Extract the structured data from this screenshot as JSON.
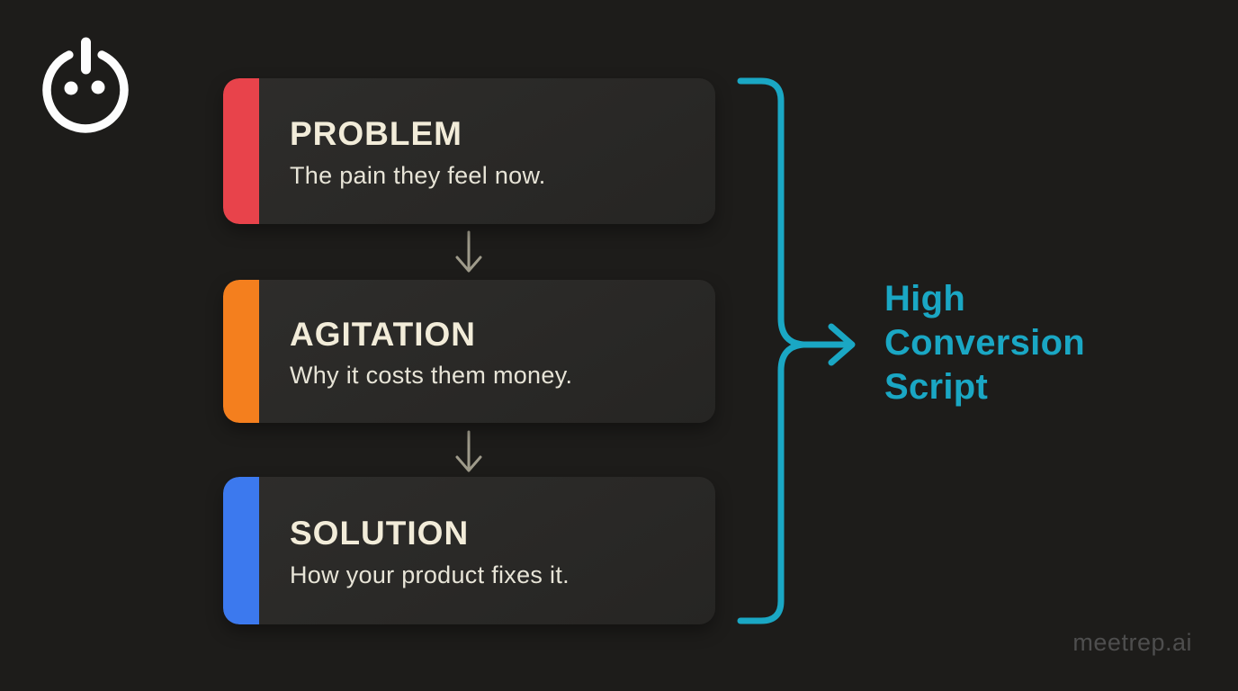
{
  "brand": {
    "logo_icon": "power-icon",
    "watermark": "meetrep.ai"
  },
  "diagram": {
    "steps": [
      {
        "title": "PROBLEM",
        "subtitle": "The pain they feel now.",
        "accent_color": "#e8434b"
      },
      {
        "title": "AGITATION",
        "subtitle": "Why it costs them money.",
        "accent_color": "#f47f1e"
      },
      {
        "title": "SOLUTION",
        "subtitle": "How your product fixes it.",
        "accent_color": "#3c79ee"
      }
    ],
    "step_connector_icon": "down-arrow",
    "brace_icon": "brace-arrow",
    "result_label": "High Conversion Script"
  },
  "colors": {
    "background": "#1d1c1a",
    "card-bg-top": "#2e2d2b",
    "card-bg-bottom": "#262523",
    "accent-red": "#e8434b",
    "accent-orange": "#f47f1e",
    "accent-blue": "#3c79ee",
    "teal": "#1aa7c4",
    "title-text": "#f2ecd9",
    "subtitle-text": "#e7e4d7",
    "down-arrow": "#9f9b8b",
    "watermark-text": "#4e4e4e",
    "logo-white": "#fdfdfd"
  }
}
